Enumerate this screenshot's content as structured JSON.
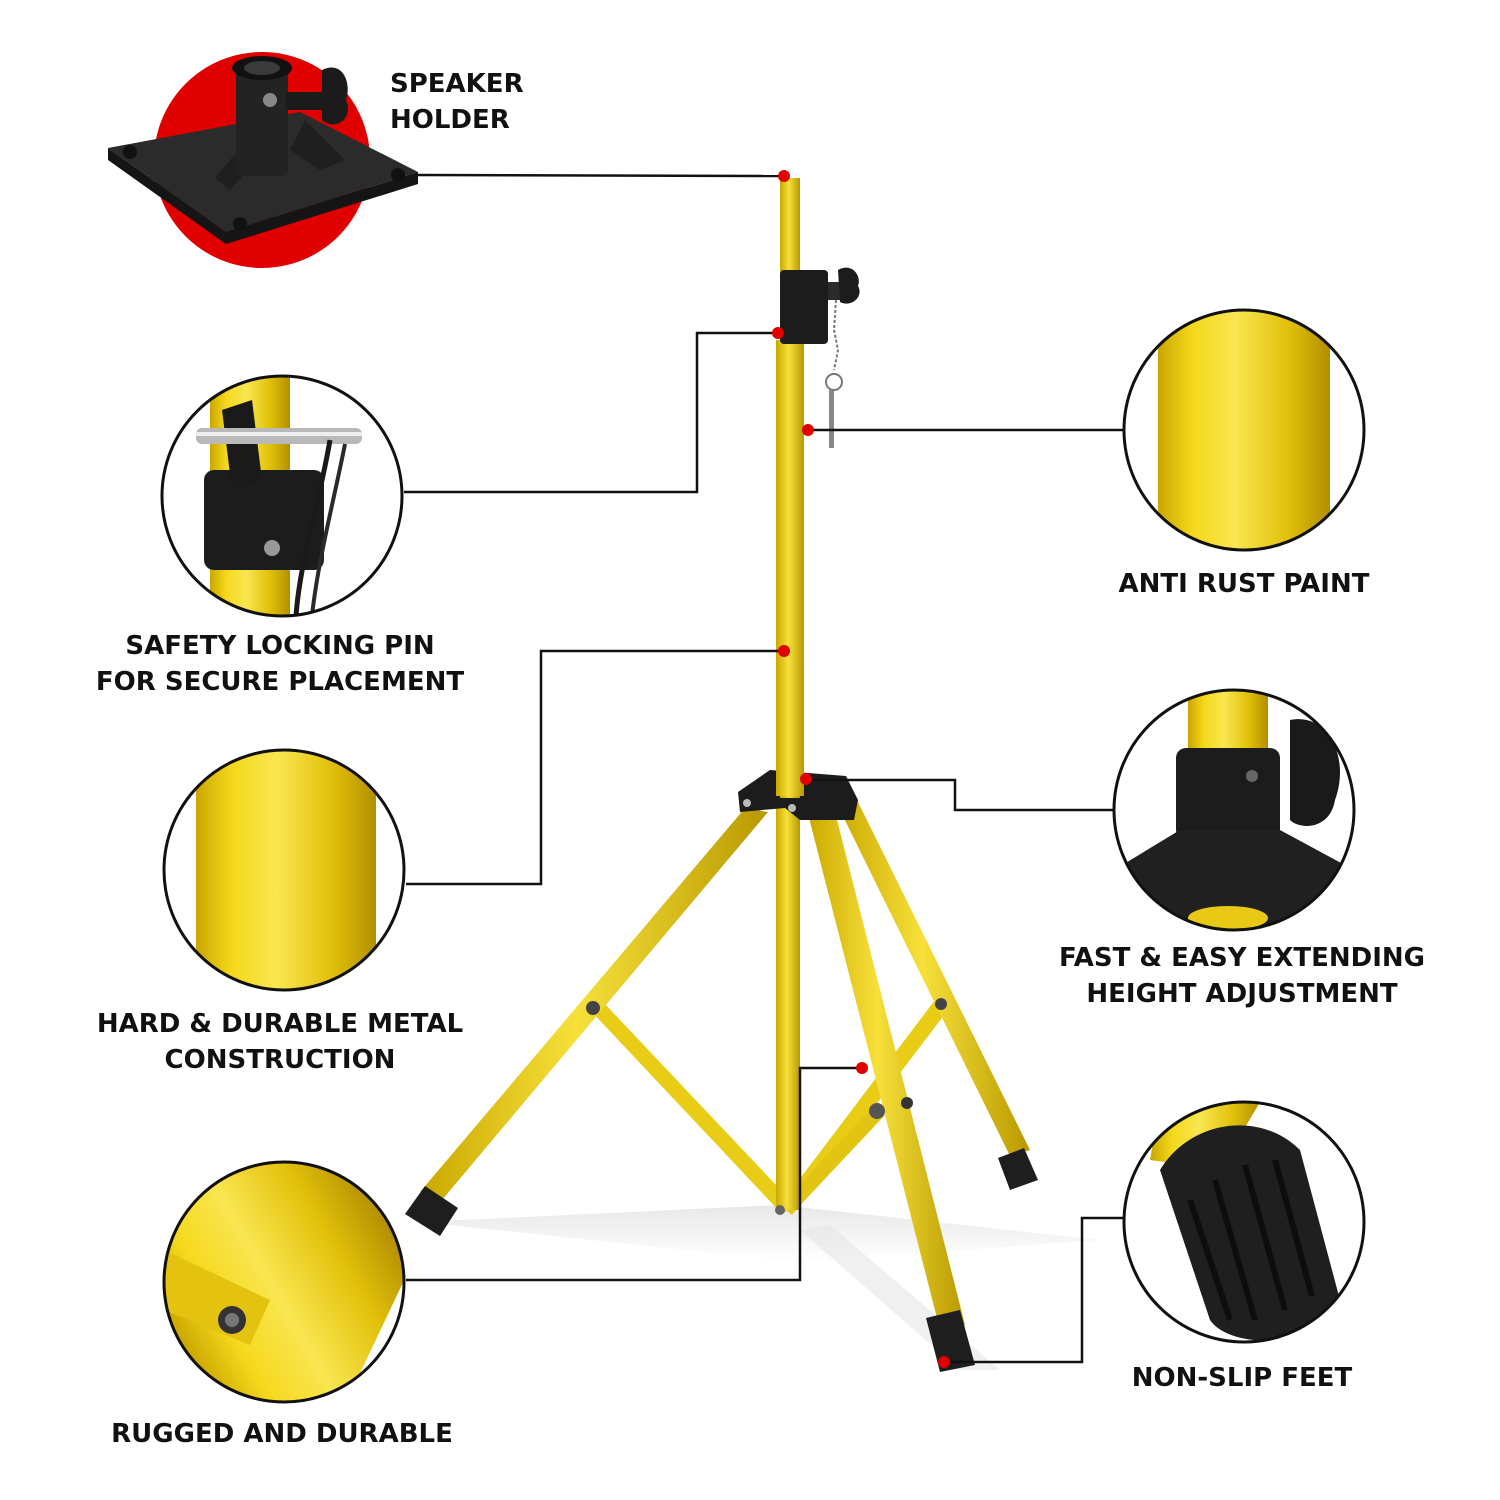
{
  "labels": {
    "speaker_holder": [
      "SPEAKER",
      "HOLDER"
    ],
    "safety_pin": [
      "SAFETY LOCKING PIN",
      "FOR SECURE PLACEMENT"
    ],
    "metal_construction": [
      "HARD & DURABLE METAL",
      "CONSTRUCTION"
    ],
    "rugged": [
      "RUGGED AND DURABLE"
    ],
    "anti_rust": [
      "ANTI RUST PAINT"
    ],
    "height_adjustment": [
      "FAST & EASY EXTENDING",
      "HEIGHT ADJUSTMENT"
    ],
    "non_slip": [
      "NON-SLIP FEET"
    ]
  },
  "colors": {
    "stand_yellow": "#f2d51a",
    "stand_yellow_dark": "#c9a800",
    "accent_red": "#e10000",
    "plastic_black": "#1c1c1c",
    "leader_line": "#111111"
  },
  "icons": {
    "speaker_mount": "speaker-holder-icon",
    "locking_pin": "locking-pin-icon",
    "rubber_foot": "rubber-foot-icon"
  }
}
